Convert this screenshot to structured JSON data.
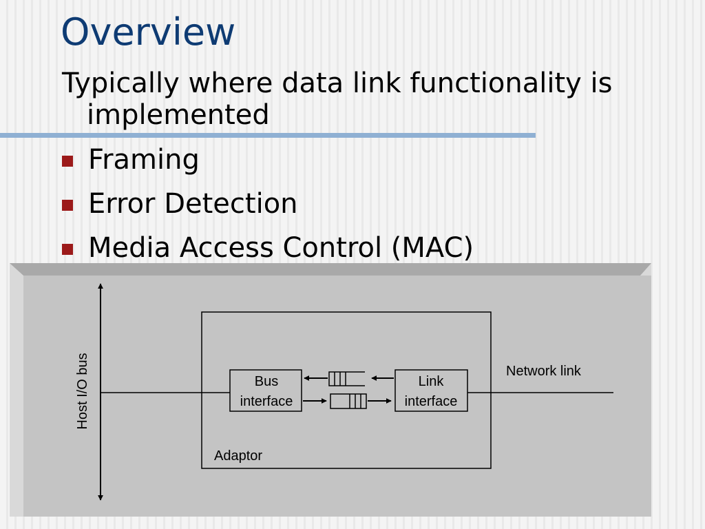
{
  "slide": {
    "title": "Overview",
    "subtitle": "Typically where data link functionality is implemented",
    "bullets": [
      "Framing",
      "Error Detection",
      "Media Access Control (MAC)"
    ]
  },
  "diagram": {
    "host_bus_label": "Host I/O bus",
    "bus_interface_label": [
      "Bus",
      "interface"
    ],
    "link_interface_label": [
      "Link",
      "interface"
    ],
    "network_link_label": "Network link",
    "adaptor_label": "Adaptor"
  },
  "colors": {
    "title": "#0e3b73",
    "rule": "#8fb0d3",
    "bullet": "#9c1a1a",
    "diagram_face": "#c4c4c4",
    "diagram_bevel_top": "#a9a9a9",
    "diagram_bevel_left": "#d9d9d9"
  }
}
